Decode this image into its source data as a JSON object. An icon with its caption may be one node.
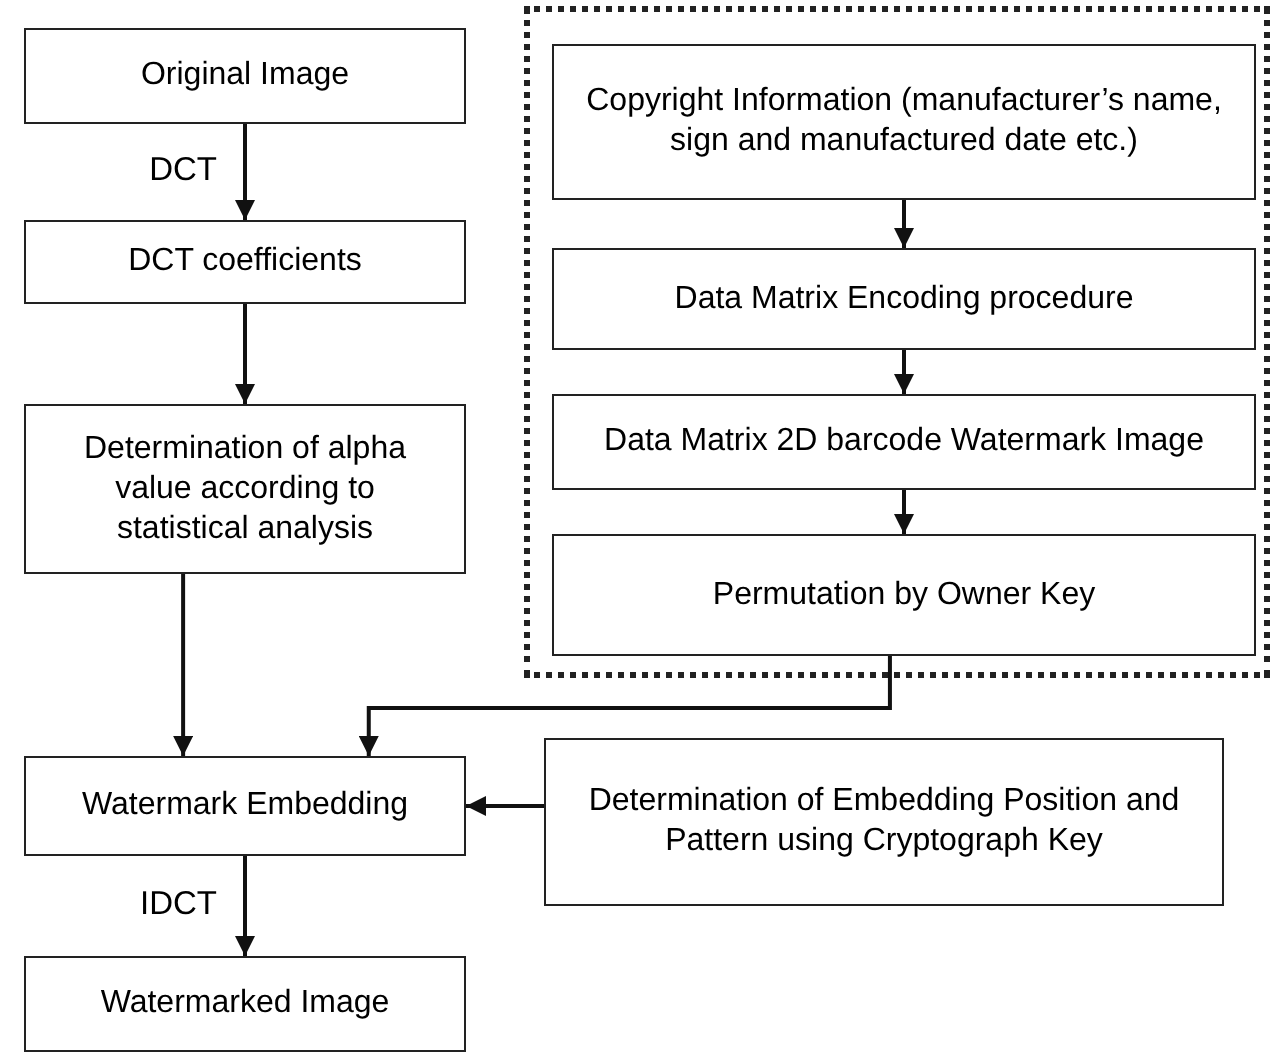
{
  "diagram": {
    "nodes": [
      {
        "text": [
          "Original Image"
        ]
      },
      {
        "text": [
          "DCT coefficients"
        ]
      },
      {
        "text": [
          "Determination of alpha value according to statistical analysis"
        ]
      },
      {
        "text": [
          "Watermark Embedding"
        ]
      },
      {
        "text": [
          "Watermarked Image"
        ]
      },
      {
        "text": [],
        "shape": "box"
      },
      {
        "text": [
          "Copyright Information (manufacturer’s name, sign and manufactured date etc.)"
        ],
        "in": 5
      },
      {
        "text": [
          "Data Matrix Encoding procedure"
        ],
        "in": 5
      },
      {
        "text": [
          "Data Matrix 2D barcode Watermark Image"
        ],
        "in": 5
      },
      {
        "text": [
          "Permutation by Owner Key"
        ],
        "in": 5
      },
      {
        "text": [
          "Determination of Embedding Position and Pattern using Cryptograph Key"
        ]
      }
    ],
    "edges": [
      {
        "from": 0,
        "to": 1,
        "arrow": "to",
        "label": "DCT"
      },
      {
        "from": 1,
        "to": 2,
        "arrow": "to"
      },
      {
        "from": 2,
        "to": 3,
        "arrow": "to"
      },
      {
        "from": 3,
        "to": 4,
        "arrow": "to",
        "label": "IDCT"
      },
      {
        "from": 6,
        "to": 7,
        "arrow": "to"
      },
      {
        "from": 7,
        "to": 8,
        "arrow": "to"
      },
      {
        "from": 8,
        "to": 9,
        "arrow": "to"
      },
      {
        "from": 9,
        "to": 3,
        "arrow": "to"
      },
      {
        "from": 10,
        "to": 3,
        "arrow": "to"
      }
    ]
  }
}
